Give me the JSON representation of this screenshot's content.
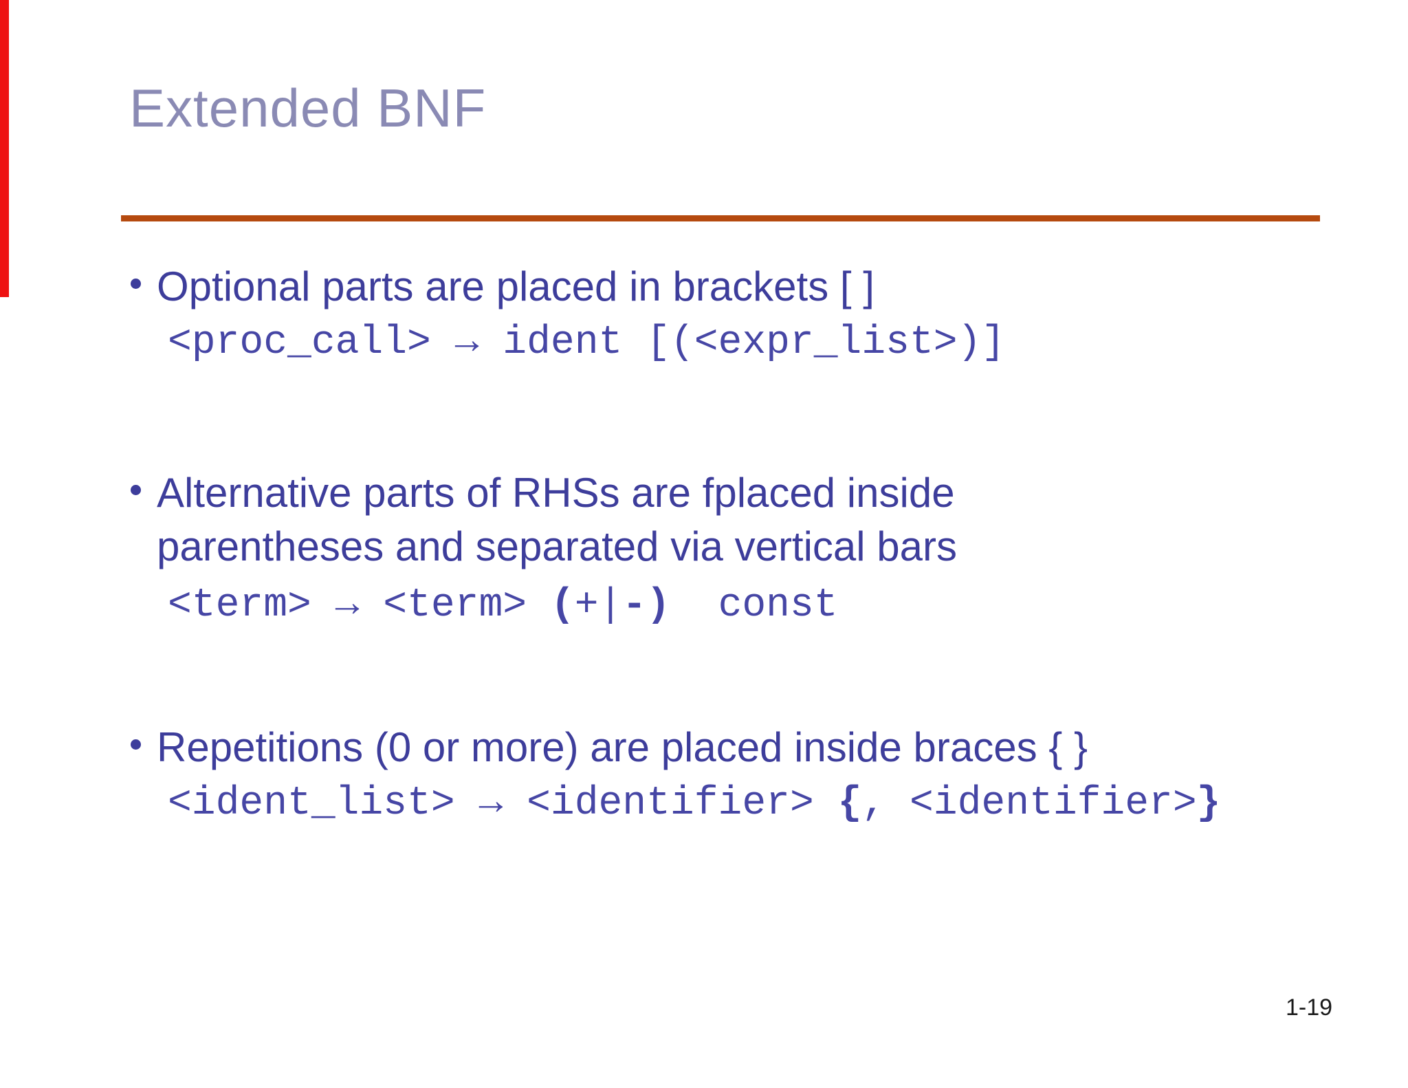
{
  "slide": {
    "title": "Extended BNF",
    "page_number": "1-19",
    "colors": {
      "accent_bar": "#ee1212",
      "divider": "#b54a0f",
      "title_text": "#8a8ab4",
      "bullet_text": "#3d3d9b",
      "code_text": "#4646a5",
      "page_number_text": "#1a1a1a"
    },
    "bullets": [
      {
        "text": "Optional parts are placed in brackets [ ]",
        "code": [
          {
            "text": "<proc_call> → ident [(<expr_list>)]",
            "bold": false
          }
        ]
      },
      {
        "text": "Alternative parts of RHSs are fplaced inside parentheses and separated via vertical bars",
        "code": [
          {
            "text": "<term> → <term> ",
            "bold": false
          },
          {
            "text": "(",
            "bold": true
          },
          {
            "text": "+|",
            "bold": false
          },
          {
            "text": "-)",
            "bold": true
          },
          {
            "text": "  const",
            "bold": false
          }
        ]
      },
      {
        "text": "Repetitions (0 or more) are placed inside braces { }",
        "code": [
          {
            "text": "<ident_list> → <identifier> ",
            "bold": false
          },
          {
            "text": "{",
            "bold": true
          },
          {
            "text": ", <identifier>",
            "bold": false
          },
          {
            "text": "}",
            "bold": true
          }
        ]
      }
    ]
  }
}
